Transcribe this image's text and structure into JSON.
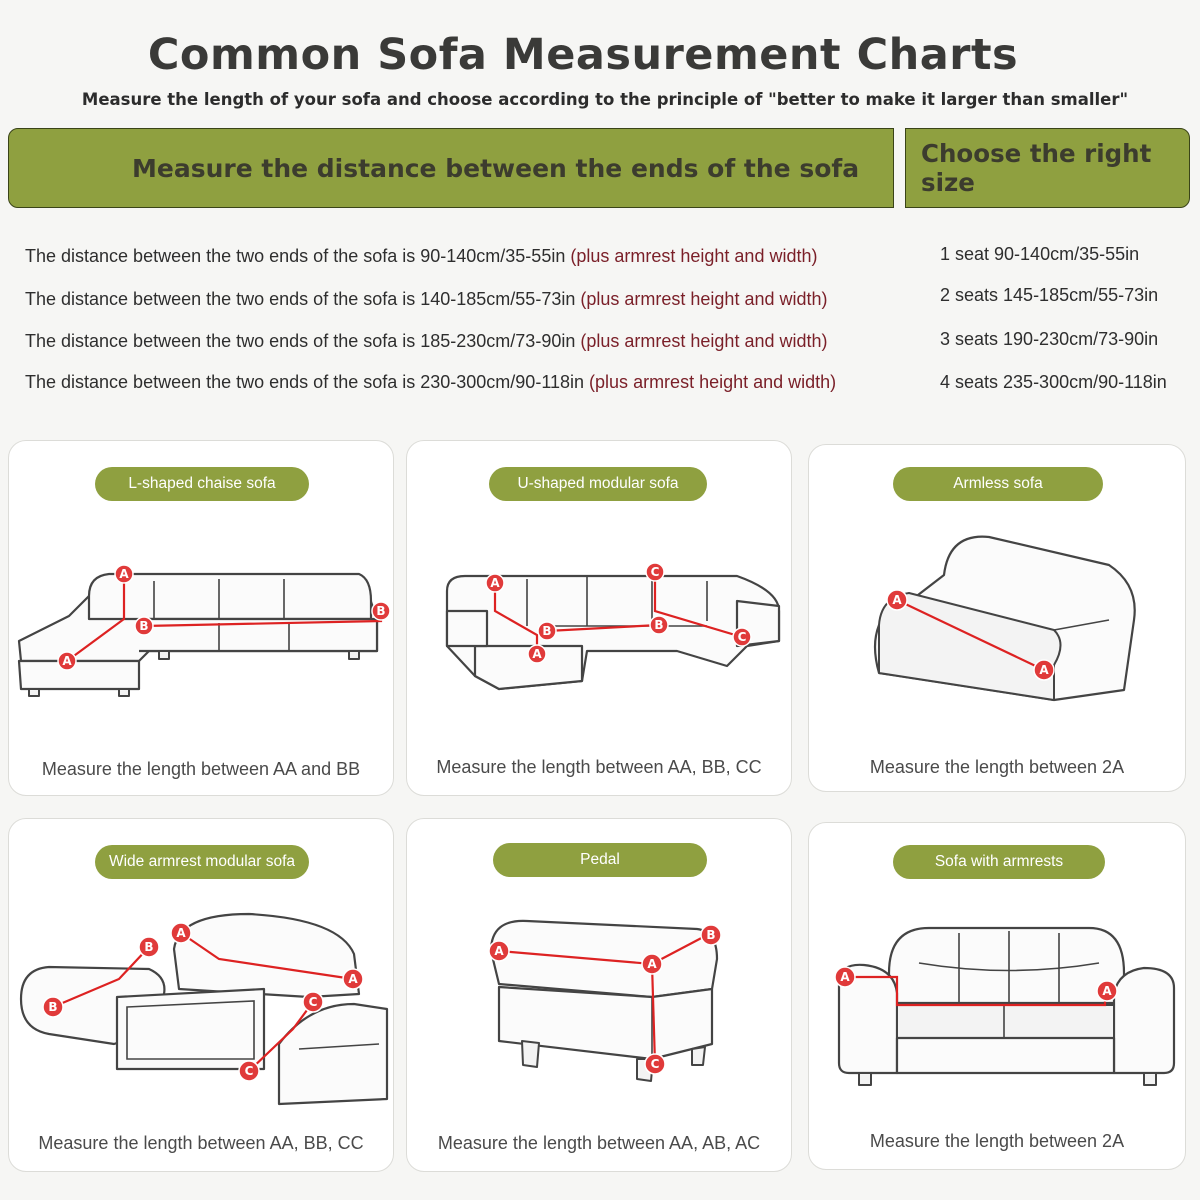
{
  "header": {
    "title": "Common Sofa Measurement Charts",
    "subtitle": "Measure the length of your sofa and choose according to the principle of \"better to make it larger than smaller\""
  },
  "banners": {
    "left": "Measure the distance between the ends of the sofa",
    "right": "Choose the right size"
  },
  "rows": [
    {
      "text": "The distance between the two ends of the sofa is 90-140cm/35-55in",
      "note": "(plus armrest height and width)",
      "size": "1 seat 90-140cm/35-55in"
    },
    {
      "text": "The distance between the two ends of the sofa is 140-185cm/55-73in",
      "note": "(plus armrest height and width)",
      "size": "2 seats 145-185cm/55-73in"
    },
    {
      "text": "The distance between the two ends of the sofa is 185-230cm/73-90in",
      "note": "(plus armrest height and width)",
      "size": "3 seats 190-230cm/73-90in"
    },
    {
      "text": "The distance between the two ends of the sofa is 230-300cm/90-118in",
      "note": "(plus armrest height and width)",
      "size": "4 seats 235-300cm/90-118in"
    }
  ],
  "cards": [
    {
      "label": "L-shaped chaise sofa",
      "caption": "Measure the length between AA and BB"
    },
    {
      "label": "U-shaped modular sofa",
      "caption": "Measure the length between AA, BB, CC"
    },
    {
      "label": "Armless sofa",
      "caption": "Measure the length between 2A"
    },
    {
      "label": "Wide armrest modular sofa",
      "caption": "Measure the length between AA, BB, CC"
    },
    {
      "label": "Pedal",
      "caption": "Measure the length between AA, AB, AC"
    },
    {
      "label": "Sofa with armrests",
      "caption": "Measure the length between 2A"
    }
  ],
  "marker_letters": {
    "a": "A",
    "b": "B",
    "c": "C"
  },
  "colors": {
    "accent_green": "#8fa040",
    "measure_red": "#e03a3a",
    "note_red": "#7a1f28"
  }
}
